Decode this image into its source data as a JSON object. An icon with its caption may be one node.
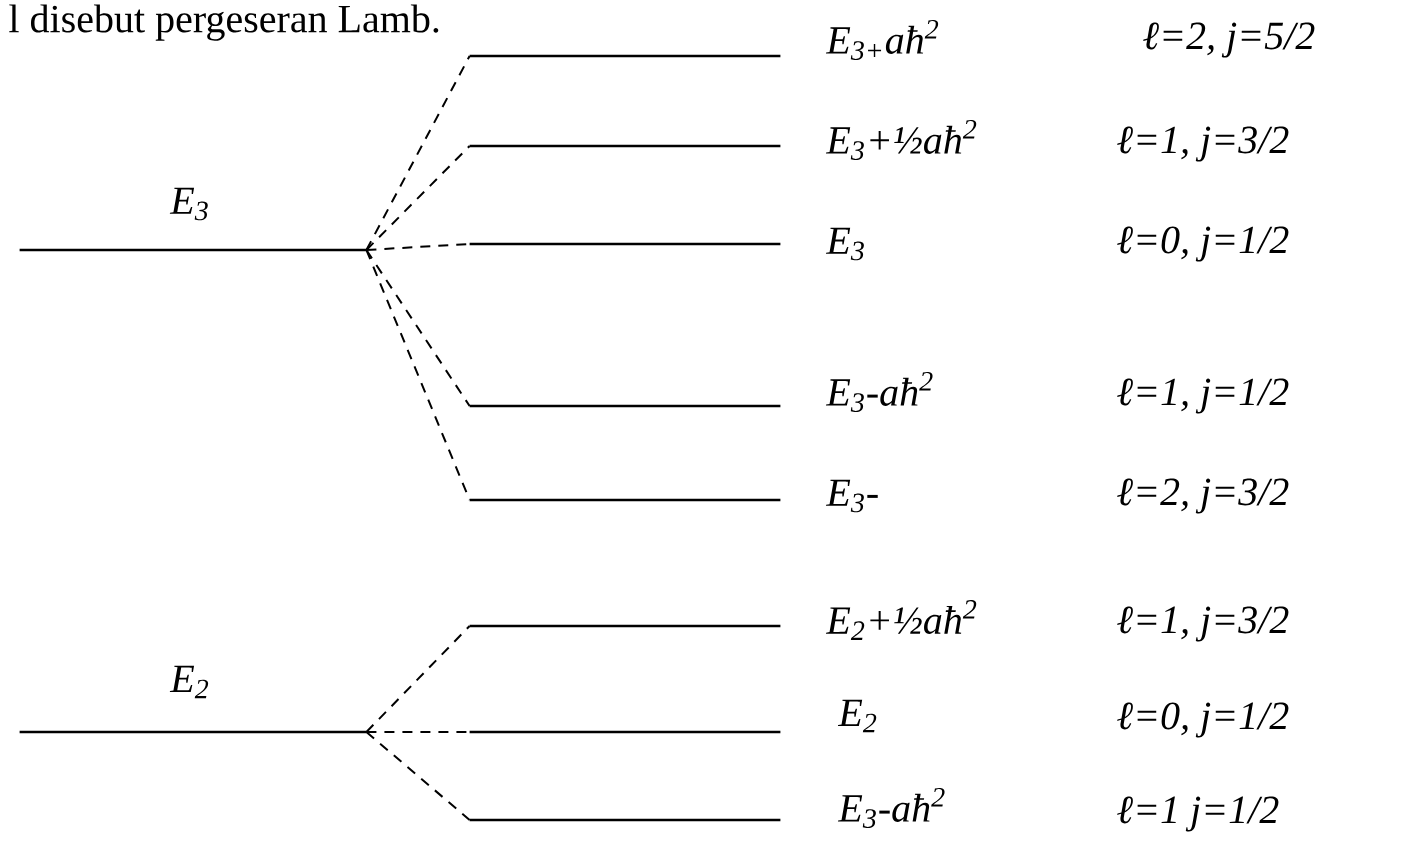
{
  "diagram": {
    "nodes": [
      {
        "text": [
          "E$_{3}$"
        ]
      },
      {
        "text": [
          "E$_{3+}$aħ$^{2}$",
          "ℓ=2, j=5/2"
        ]
      },
      {
        "text": [
          "E$_{3}$+½aħ$^{2}$",
          "ℓ=1, j=3/2"
        ]
      },
      {
        "text": [
          "E$_{3}$",
          "ℓ=0, j=1/2"
        ]
      },
      {
        "text": [
          "E$_{3}$-aħ$^{2}$",
          "ℓ=1, j=1/2"
        ]
      },
      {
        "text": [
          "E$_{3}$-",
          "ℓ=2, j=3/2"
        ]
      },
      {
        "text": [
          "E$_{2}$"
        ]
      },
      {
        "text": [
          "E$_{2}$+½aħ$^{2}$",
          "ℓ=1, j=3/2"
        ]
      },
      {
        "text": [
          "E$_{2}$",
          "ℓ=0, j=1/2"
        ]
      },
      {
        "text": [
          "E$_{3}$-aħ$^{2}$",
          "ℓ=1 j=1/2"
        ]
      }
    ],
    "edges": [
      {
        "from": 0,
        "to": 1,
        "arrow": "none",
        "style": "dashed"
      },
      {
        "from": 0,
        "to": 2,
        "arrow": "none",
        "style": "dashed"
      },
      {
        "from": 0,
        "to": 3,
        "arrow": "none",
        "style": "dashed"
      },
      {
        "from": 0,
        "to": 4,
        "arrow": "none",
        "style": "dashed"
      },
      {
        "from": 0,
        "to": 5,
        "arrow": "none",
        "style": "dashed"
      },
      {
        "from": 6,
        "to": 7,
        "arrow": "none",
        "style": "dashed"
      },
      {
        "from": 6,
        "to": 8,
        "arrow": "none",
        "style": "dashed"
      },
      {
        "from": 6,
        "to": 9,
        "arrow": "none",
        "style": "dashed"
      }
    ],
    "labels": [
      "l disebut pergeseran Lamb."
    ]
  }
}
